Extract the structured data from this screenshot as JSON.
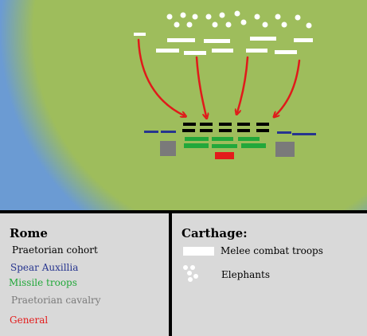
{
  "colors": {
    "sea": "#6b9bd3",
    "land": "#9ebd5c",
    "rome_cohort": "#000000",
    "rome_auxilia": "#27358f",
    "rome_missile": "#22a83a",
    "rome_cavalry": "#7a7a7a",
    "rome_general": "#e31b1b",
    "arrows": "#e01a1a",
    "carthage_units": "#ffffff",
    "legend_background": "#d9d9d9"
  },
  "legend": {
    "rome": {
      "title": "Rome",
      "items": [
        {
          "label": "Praetorian cohort",
          "color": "#000000"
        },
        {
          "label": "Spear Auxillia",
          "color": "#27358f"
        },
        {
          "label": "Missile troops",
          "color": "#22a83a"
        },
        {
          "label": "Praetorian cavalry",
          "color": "#7a7a7a"
        },
        {
          "label": "General",
          "color": "#e31b1b"
        }
      ]
    },
    "carthage": {
      "title": "Carthage:",
      "melee_label": "Melee combat troops",
      "elephants_label": "Elephants"
    }
  }
}
